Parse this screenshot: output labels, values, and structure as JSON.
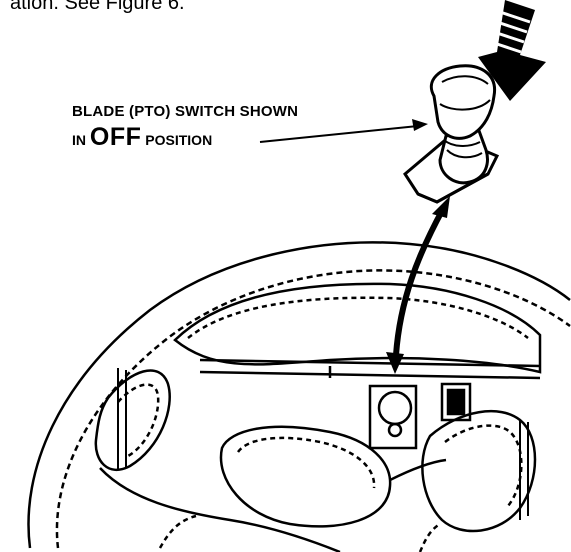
{
  "header_fragment": "ation. See Figure 6.",
  "callout": {
    "line1": "BLADE (PTO) SWITCH SHOWN",
    "line2_prefix": "IN",
    "line2_big": "OFF",
    "line2_suffix": "POSITION"
  },
  "colors": {
    "ink": "#000000",
    "background": "#ffffff"
  }
}
